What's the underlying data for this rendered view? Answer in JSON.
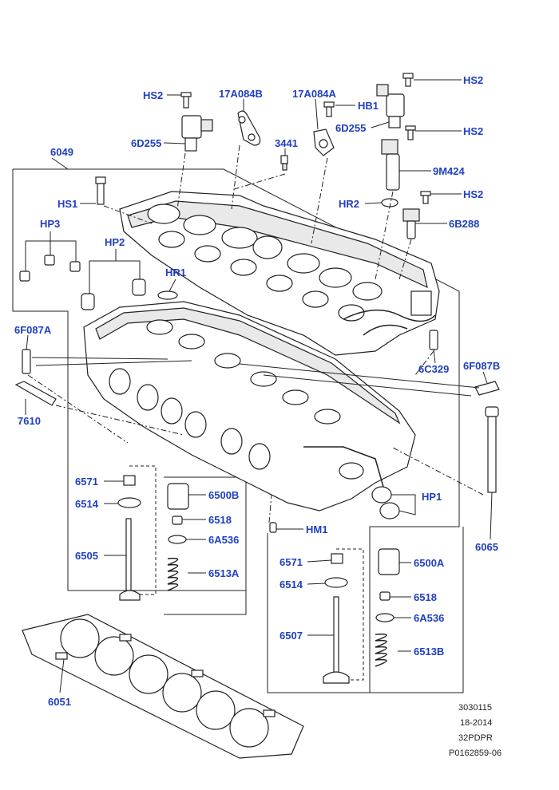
{
  "callouts": {
    "hs2_a": "HS2",
    "p17a084b": "17A084B",
    "p17a084a": "17A084A",
    "hb1": "HB1",
    "hs2_b": "HS2",
    "p6d255_a": "6D255",
    "p6d255_b": "6D255",
    "hs2_c": "HS2",
    "p3441": "3441",
    "p6049": "6049",
    "p9m424": "9M424",
    "hs1": "HS1",
    "hr2": "HR2",
    "hs2_d": "HS2",
    "p6b288": "6B288",
    "hp3": "HP3",
    "hp2": "HP2",
    "hr1": "HR1",
    "p6f087a": "6F087A",
    "p6c329": "6C329",
    "p6f087b": "6F087B",
    "p7610": "7610",
    "p6571_a": "6571",
    "p6500b": "6500B",
    "p6514_a": "6514",
    "p6518_a": "6518",
    "p6a536_a": "6A536",
    "hp1": "HP1",
    "hm1": "HM1",
    "p6505": "6505",
    "p6513a": "6513A",
    "p6065": "6065",
    "p6571_b": "6571",
    "p6500a": "6500A",
    "p6514_b": "6514",
    "p6518_b": "6518",
    "p6a536_b": "6A536",
    "p6507": "6507",
    "p6513b": "6513B",
    "p6051": "6051"
  },
  "reference": {
    "line1": "3030115",
    "line2": "18-2014",
    "line3": "32PDPR",
    "line4": "P0162859-06"
  },
  "colors": {
    "callout": "#1f3fbf",
    "line": "#222222"
  }
}
